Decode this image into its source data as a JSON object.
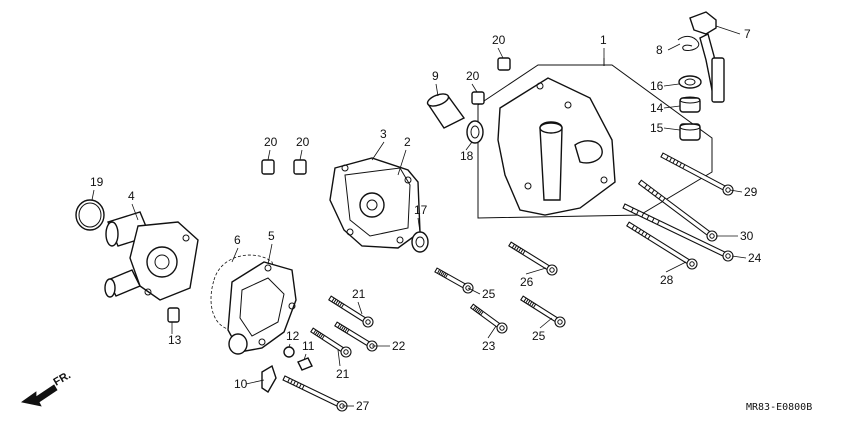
{
  "callouts": [
    {
      "id": "c1",
      "text": "1"
    },
    {
      "id": "c2",
      "text": "2"
    },
    {
      "id": "c3",
      "text": "3"
    },
    {
      "id": "c4",
      "text": "4"
    },
    {
      "id": "c5",
      "text": "5"
    },
    {
      "id": "c6",
      "text": "6"
    },
    {
      "id": "c7",
      "text": "7"
    },
    {
      "id": "c8",
      "text": "8"
    },
    {
      "id": "c9",
      "text": "9"
    },
    {
      "id": "c10",
      "text": "10"
    },
    {
      "id": "c11",
      "text": "11"
    },
    {
      "id": "c12",
      "text": "12"
    },
    {
      "id": "c13",
      "text": "13"
    },
    {
      "id": "c14",
      "text": "14"
    },
    {
      "id": "c15",
      "text": "15"
    },
    {
      "id": "c16",
      "text": "16"
    },
    {
      "id": "c17",
      "text": "17"
    },
    {
      "id": "c18",
      "text": "18"
    },
    {
      "id": "c19",
      "text": "19"
    },
    {
      "id": "c20a",
      "text": "20"
    },
    {
      "id": "c20b",
      "text": "20"
    },
    {
      "id": "c20c",
      "text": "20"
    },
    {
      "id": "c20d",
      "text": "20"
    },
    {
      "id": "c21a",
      "text": "21"
    },
    {
      "id": "c21b",
      "text": "21"
    },
    {
      "id": "c22",
      "text": "22"
    },
    {
      "id": "c23",
      "text": "23"
    },
    {
      "id": "c24",
      "text": "24"
    },
    {
      "id": "c25a",
      "text": "25"
    },
    {
      "id": "c25b",
      "text": "25"
    },
    {
      "id": "c26",
      "text": "26"
    },
    {
      "id": "c27",
      "text": "27"
    },
    {
      "id": "c28",
      "text": "28"
    },
    {
      "id": "c29",
      "text": "29"
    },
    {
      "id": "c30",
      "text": "30"
    }
  ],
  "direction_label": "FR.",
  "diagram_code": "MR83-E0800B"
}
